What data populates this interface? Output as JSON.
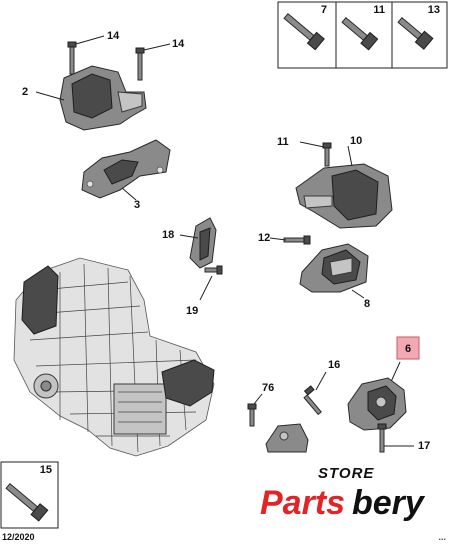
{
  "callouts": {
    "c14a": "14",
    "c14b": "14",
    "c2": "2",
    "c3": "3",
    "c11": "11",
    "c10": "10",
    "c18": "18",
    "c19": "19",
    "c12": "12",
    "c8": "8",
    "c6": "6",
    "c16": "16",
    "c76": "76",
    "c17": "17"
  },
  "top_right_boxes": [
    {
      "label": "7"
    },
    {
      "label": "11"
    },
    {
      "label": "13"
    }
  ],
  "bottom_left_box": {
    "label": "15"
  },
  "footer": {
    "date": "12/2020",
    "ref_code": "..."
  },
  "logo": {
    "store": "STORE",
    "parts": "Parts",
    "bery": "bery"
  },
  "colors": {
    "highlight": "#f2a9b2",
    "brand_red": "#e32325",
    "brand_dark": "#111111"
  }
}
